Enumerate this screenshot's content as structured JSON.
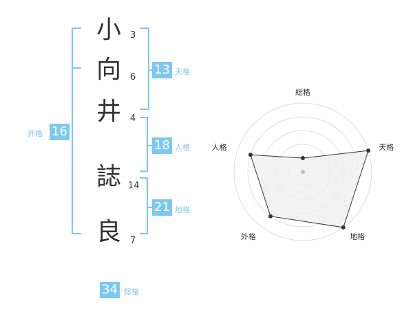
{
  "name_chars": [
    {
      "char": "小",
      "strokes": "3"
    },
    {
      "char": "向",
      "strokes": "6"
    },
    {
      "char": "井",
      "strokes": "4"
    },
    {
      "char": "誌",
      "strokes": "14"
    },
    {
      "char": "良",
      "strokes": "7"
    }
  ],
  "fortunes": {
    "tenkaku": {
      "value": "13",
      "label": "天格"
    },
    "jinkaku": {
      "value": "18",
      "label": "人格"
    },
    "chikaku": {
      "value": "21",
      "label": "地格"
    },
    "gaikaku": {
      "value": "16",
      "label": "外格"
    },
    "soukaku": {
      "value": "34",
      "label": "総格"
    }
  },
  "radar": {
    "axes": [
      "総格",
      "天格",
      "地格",
      "外格",
      "人格"
    ],
    "levels": 5,
    "values": [
      1,
      5,
      5,
      4,
      4
    ],
    "colors": {
      "grid": "#dddddd",
      "fill": "#f0f0f0",
      "line": "#333333",
      "center": "#bbbbbb"
    }
  }
}
